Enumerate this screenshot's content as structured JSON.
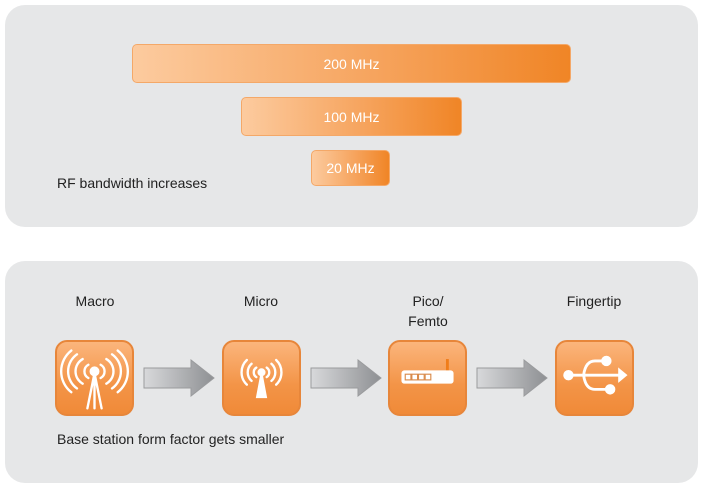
{
  "bandwidth": {
    "bars": [
      "200 MHz",
      "100 MHz",
      "20 MHz"
    ],
    "caption": "RF bandwidth increases"
  },
  "form_factor": {
    "stages": [
      {
        "label": "Macro",
        "icon": "macro-cell-tower-icon"
      },
      {
        "label": "Micro",
        "icon": "micro-cell-tower-icon"
      },
      {
        "label": "Pico/",
        "label2": "Femto",
        "icon": "router-icon"
      },
      {
        "label": "Fingertip",
        "icon": "usb-icon"
      }
    ],
    "caption": "Base station form factor gets smaller"
  },
  "colors": {
    "panel": "#e6e7e8",
    "accent": "#f08526"
  }
}
